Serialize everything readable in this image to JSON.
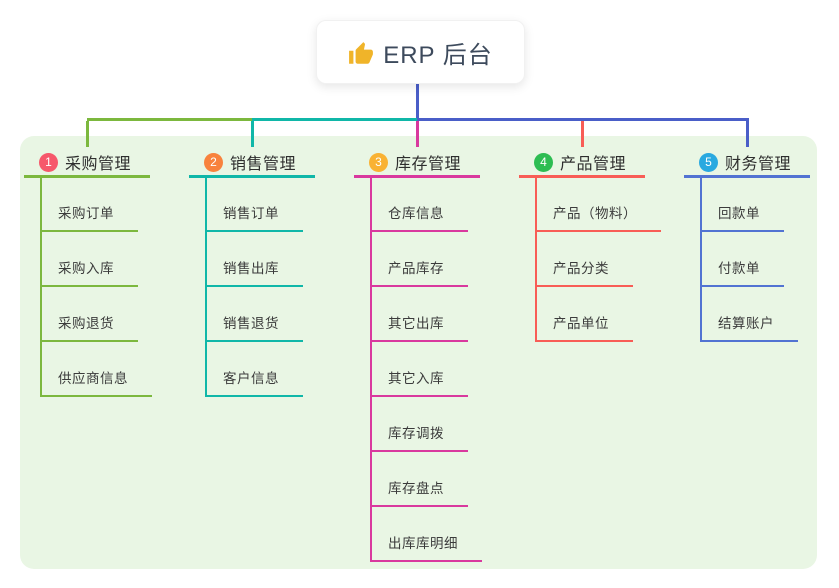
{
  "root": {
    "label": "ERP 后台",
    "icon": "thumbs-up-icon",
    "icon_color": "#f0b429",
    "text_color": "#3d4a5c"
  },
  "panel_color": "#e9f6e4",
  "connector_color": "#4a5ec8",
  "branches": [
    {
      "index": "1",
      "label": "采购管理",
      "badge_color": "#f6586b",
      "line_color": "#7cb83e",
      "items": [
        "采购订单",
        "采购入库",
        "采购退货",
        "供应商信息"
      ]
    },
    {
      "index": "2",
      "label": "销售管理",
      "badge_color": "#f8823d",
      "line_color": "#10b7a8",
      "items": [
        "销售订单",
        "销售出库",
        "销售退货",
        "客户信息"
      ]
    },
    {
      "index": "3",
      "label": "库存管理",
      "badge_color": "#f9b233",
      "line_color": "#d9399e",
      "items": [
        "仓库信息",
        "产品库存",
        "其它出库",
        "其它入库",
        "库存调拨",
        "库存盘点",
        "出库库明细"
      ]
    },
    {
      "index": "4",
      "label": "产品管理",
      "badge_color": "#2dbd52",
      "line_color": "#f85d56",
      "items": [
        "产品（物料）",
        "产品分类",
        "产品单位"
      ]
    },
    {
      "index": "5",
      "label": "财务管理",
      "badge_color": "#29a9e0",
      "line_color": "#5273d2",
      "items": [
        "回款单",
        "付款单",
        "结算账户"
      ]
    }
  ]
}
